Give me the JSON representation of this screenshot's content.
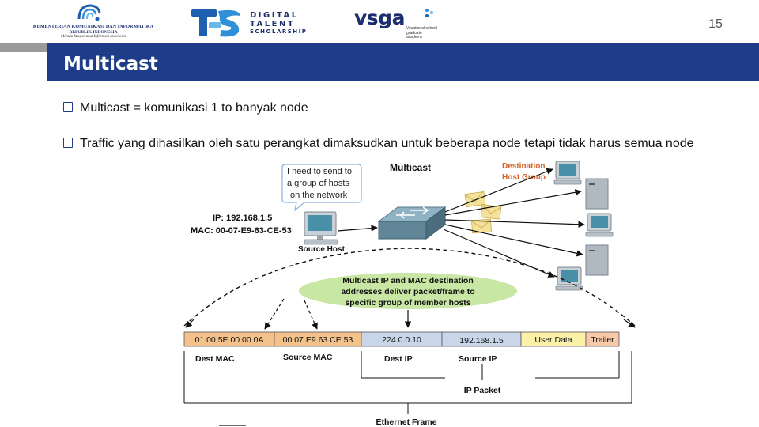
{
  "header": {
    "kominfo": {
      "line1": "KEMENTERIAN KOMUNIKASI DAN INFORMATIKA",
      "line2": "REPUBLIK INDONESIA",
      "tagline": "Menuju Masyarakat Informasi Indonesia"
    },
    "dts": {
      "line1": "DIGITAL",
      "line2": "TALENT",
      "line3": "SCHOLARSHIP"
    },
    "vsga": {
      "word": "vsga",
      "tagline": "Vocational school graduate academy"
    },
    "page_number": "15"
  },
  "slide": {
    "title": "Multicast",
    "bullets": [
      "Multicast = komunikasi 1 to banyak node",
      "Traffic yang dihasilkan oleh satu perangkat dimaksudkan untuk beberapa node tetapi tidak harus semua node"
    ]
  },
  "diagram": {
    "bubble_line1": "I need to send to",
    "bubble_line2": "a group of hosts",
    "bubble_line3": "on the network",
    "multicast_label": "Multicast",
    "dest_group_line1": "Destination",
    "dest_group_line2": "Host Group",
    "ip_label": "IP: 192.168.1.5",
    "mac_label": "MAC: 00-07-E9-63-CE-53",
    "source_host": "Source Host",
    "ellipse_line1": "Multicast IP and MAC destination",
    "ellipse_line2": "addresses deliver packet/frame to",
    "ellipse_line3": "specific group of member hosts",
    "frame_fields": [
      "01 00 5E 00 00 0A",
      "00 07 E9 63 CE 53",
      "224.0.0.10",
      "192.168.1.5",
      "User Data",
      "Trailer"
    ],
    "field_labels": [
      "Dest MAC",
      "Source MAC",
      "Dest IP",
      "Source IP"
    ],
    "ip_packet": "IP Packet",
    "ethernet_frame": "Ethernet Frame",
    "colors": {
      "mac_field": "#f2c28a",
      "ip_field": "#c9d5e8",
      "user_data": "#fbf1a8",
      "trailer": "#f7c9a8",
      "ellipse": "#c8e6a4",
      "dest_group_text": "#d4622a",
      "title_band": "#1f3c88"
    }
  }
}
